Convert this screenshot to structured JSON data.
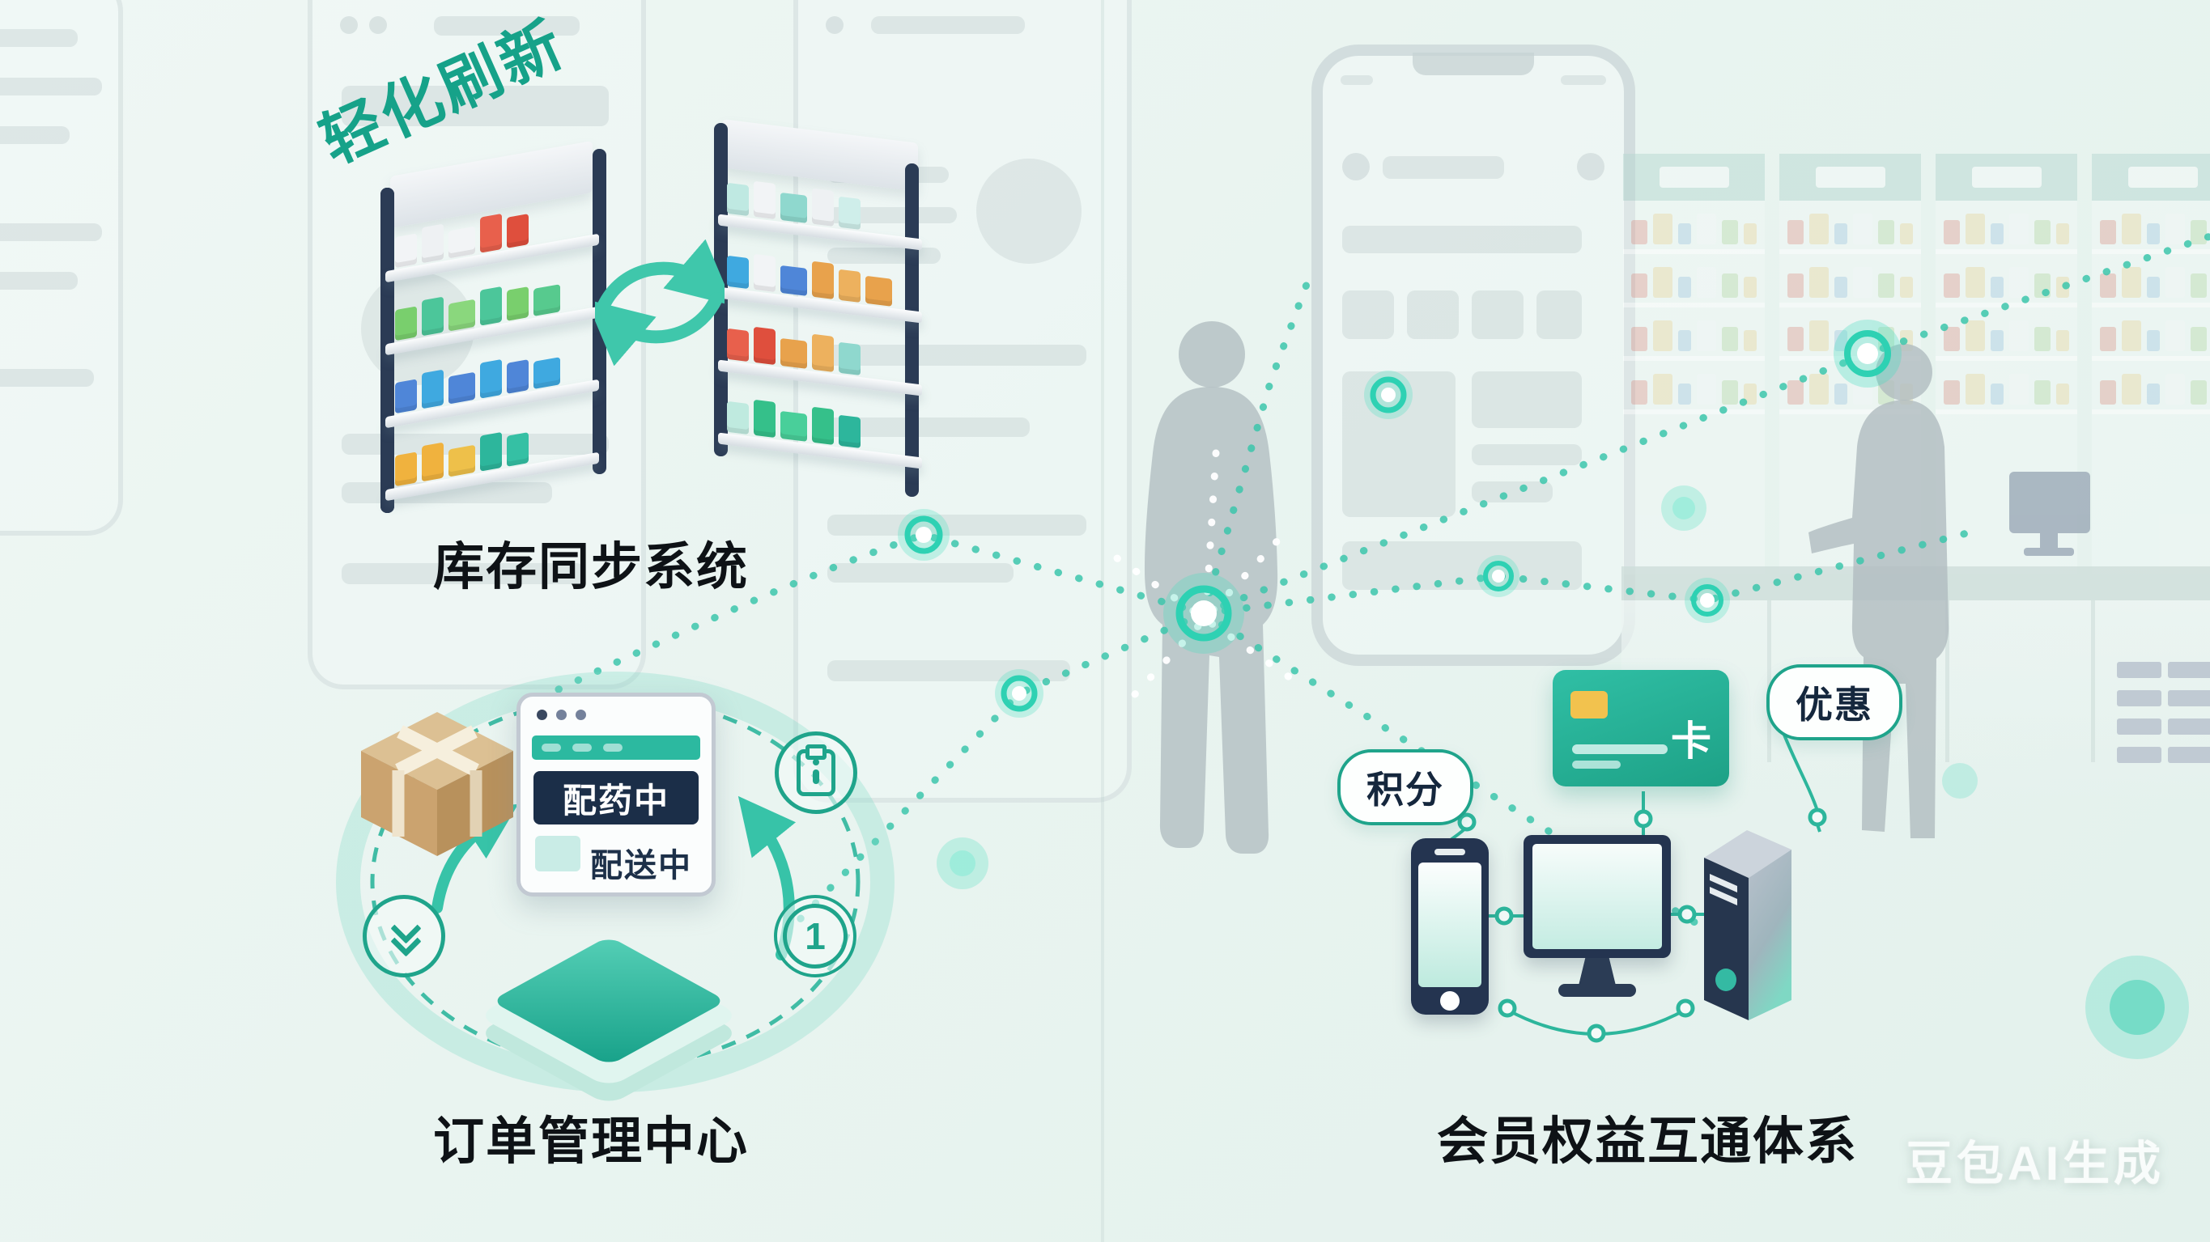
{
  "palette": {
    "accent": "#1fa48b",
    "accent_bright": "#3cc6ab",
    "glow": "#2ed1b3",
    "navy": "#22324a",
    "ink": "#0e1216",
    "card_teal": "#28b299",
    "chip_yellow": "#f2c24e"
  },
  "sketch_note": {
    "text": "轻化刷新"
  },
  "inventory": {
    "label": "库存同步系统",
    "shelf_left_rows": [
      [
        "#f2f4f6",
        "#eef1f3",
        "#f2f4f6",
        "#e8604c",
        "#df4f3d"
      ],
      [
        "#79cf6d",
        "#4cc69a",
        "#8ad77d",
        "#4cc69a",
        "#79cf6d",
        "#57ca8e"
      ],
      [
        "#4f86d8",
        "#3fa9e0",
        "#4f86d8",
        "#3fa9e0",
        "#4f86d8",
        "#3fa9e0"
      ],
      [
        "#f0b23e",
        "#f0b23e",
        "#eec04a",
        "#2db69c",
        "#35c0a4"
      ]
    ],
    "shelf_right_rows": [
      [
        "#bfe9e2",
        "#f2f4f6",
        "#8fd8ce",
        "#eef1f3",
        "#cfeeea"
      ],
      [
        "#3fa9e0",
        "#f2f4f6",
        "#4f86d8",
        "#e8a24c",
        "#edb15e",
        "#e8a24c"
      ],
      [
        "#e8604c",
        "#df4f3d",
        "#e8a24c",
        "#edb15e",
        "#8fd8ce"
      ],
      [
        "#bfeadf",
        "#35c08a",
        "#49cf9a",
        "#35c08a",
        "#2db69c"
      ]
    ]
  },
  "orders": {
    "label": "订单管理中心",
    "status_primary": "配药中",
    "status_secondary": "配送中",
    "step_number": "1"
  },
  "members": {
    "label": "会员权益互通体系",
    "badge_points": "积分",
    "badge_discount": "优惠",
    "card_char": "卡"
  },
  "background": {
    "store_row": [
      "rgba(222,145,133,0.6)",
      "rgba(233,213,155,0.65)",
      "rgba(155,193,223,0.6)",
      "rgba(244,246,247,0.8)",
      "rgba(176,215,159,0.6)",
      "rgba(233,213,155,0.65)"
    ]
  },
  "watermark": "豆包AI生成"
}
